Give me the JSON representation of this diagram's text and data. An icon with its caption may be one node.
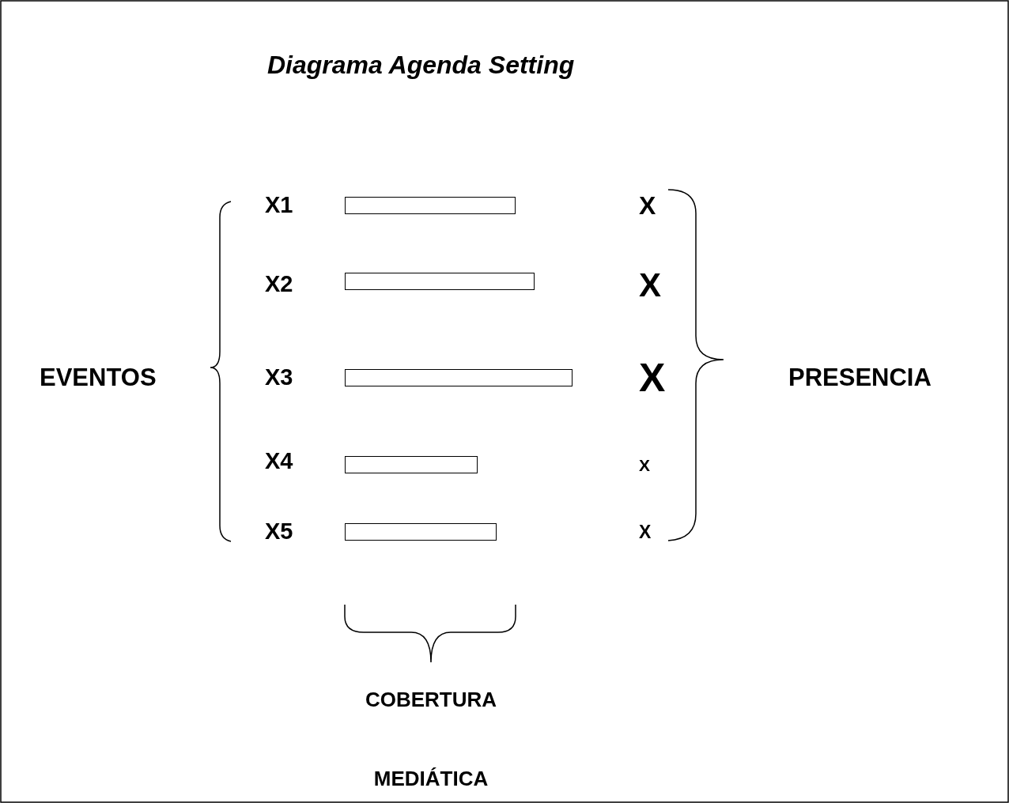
{
  "diagram": {
    "title": "Diagrama Agenda Setting",
    "nodes": [
      {
        "text": [],
        "shape": "bar"
      },
      {
        "text": [],
        "shape": "bar"
      },
      {
        "text": [],
        "shape": "bar"
      },
      {
        "text": [],
        "shape": "bar"
      },
      {
        "text": [],
        "shape": "bar"
      }
    ],
    "labels": [
      "X1",
      "X",
      "X2",
      "X",
      "EVENTOS",
      "X3",
      "X",
      "PRESENCIA",
      "X4",
      "X",
      "X5",
      "X",
      "COBERTURA MEDIÁTICA"
    ]
  }
}
